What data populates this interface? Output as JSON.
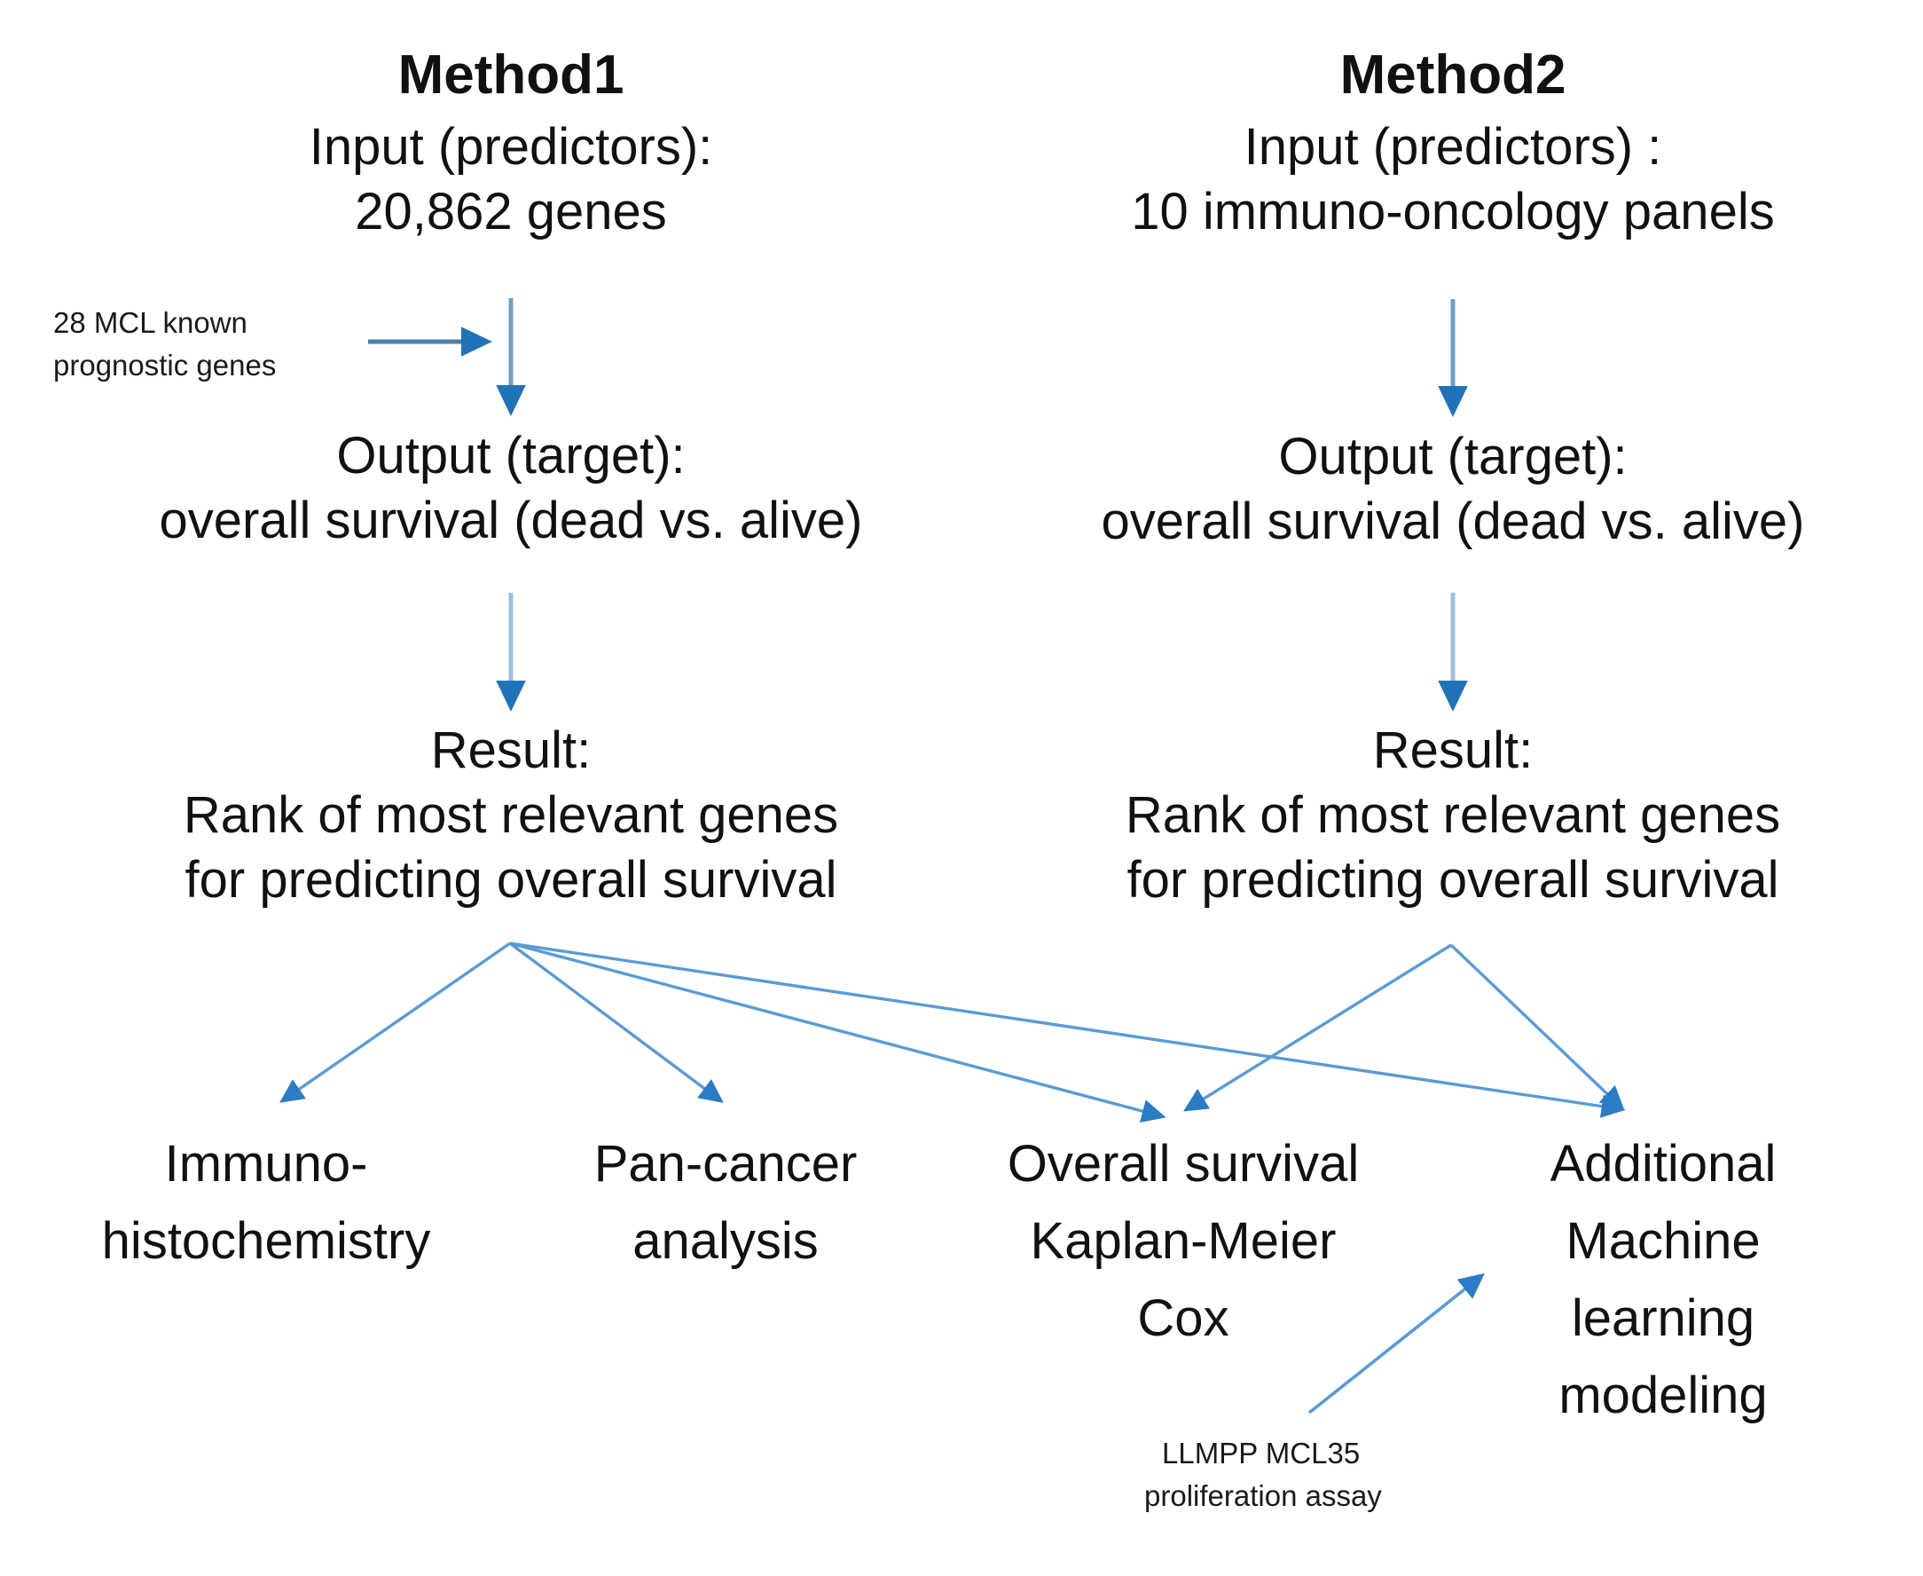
{
  "figure": {
    "type": "flowchart",
    "background_color": "#ffffff",
    "text_color": "#111111",
    "arrow_color": "#2b7cc4",
    "arrow_line_color": "#5a9bd4"
  },
  "columns": [
    {
      "id": "method1",
      "title": "Method1",
      "input_label": "Input (predictors):",
      "input_value": "20,862 genes",
      "output_label": "Output (target):",
      "output_value": "overall survival (dead vs. alive)",
      "result_label": "Result:",
      "result_value_line1": "Rank of most relevant genes",
      "result_value_line2": "for predicting overall survival"
    },
    {
      "id": "method2",
      "title": "Method2",
      "input_label": "Input (predictors) :",
      "input_value": "10 immuno-oncology panels",
      "output_label": "Output (target):",
      "output_value": "overall survival (dead vs. alive)",
      "result_label": "Result:",
      "result_value_line1": "Rank of most relevant genes",
      "result_value_line2": "for predicting overall survival"
    }
  ],
  "side_notes": [
    {
      "id": "mcl-known-genes",
      "line1": "28 MCL known",
      "line2": "prognostic genes"
    },
    {
      "id": "llmpp-assay",
      "line1": "LLMPP MCL35",
      "line2": "proliferation assay"
    }
  ],
  "outcomes": [
    {
      "id": "immunohistochemistry",
      "line1": "Immuno-",
      "line2": "histochemistry",
      "line3": "",
      "line4": "",
      "line5": ""
    },
    {
      "id": "pan-cancer-analysis",
      "line1": "Pan-cancer",
      "line2": "analysis",
      "line3": "",
      "line4": "",
      "line5": ""
    },
    {
      "id": "overall-survival-km-cox",
      "line1": "Overall survival",
      "line2": "Kaplan-Meier",
      "line3": "Cox",
      "line4": "",
      "line5": ""
    },
    {
      "id": "additional-ml-modeling",
      "line1": "Additional",
      "line2": "Machine",
      "line3": "learning",
      "line4": "modeling",
      "line5": ""
    }
  ],
  "edges": [
    {
      "id": "mcl-note-to-method1-input",
      "from": "28 MCL known prognostic genes",
      "to": "Method1 input flow",
      "style": "horizontal"
    },
    {
      "id": "method1-input-to-output",
      "from": "Input (predictors): 20,862 genes",
      "to": "Output (target)",
      "style": "vertical"
    },
    {
      "id": "method1-output-to-result",
      "from": "Output (target)",
      "to": "Result",
      "style": "vertical"
    },
    {
      "id": "method2-input-to-output",
      "from": "Input (predictors) : 10 immuno-oncology panels",
      "to": "Output (target)",
      "style": "vertical"
    },
    {
      "id": "method2-output-to-result",
      "from": "Output (target)",
      "to": "Result",
      "style": "vertical"
    },
    {
      "id": "method1-result-to-ihc",
      "from": "Method1 Result",
      "to": "Immuno-histochemistry",
      "style": "diagonal"
    },
    {
      "id": "method1-result-to-pancancer",
      "from": "Method1 Result",
      "to": "Pan-cancer analysis",
      "style": "diagonal"
    },
    {
      "id": "method1-result-to-os",
      "from": "Method1 Result",
      "to": "Overall survival Kaplan-Meier Cox",
      "style": "diagonal"
    },
    {
      "id": "method1-result-to-ml",
      "from": "Method1 Result",
      "to": "Additional Machine learning modeling",
      "style": "diagonal"
    },
    {
      "id": "method2-result-to-os",
      "from": "Method2 Result",
      "to": "Overall survival Kaplan-Meier Cox",
      "style": "diagonal"
    },
    {
      "id": "method2-result-to-ml",
      "from": "Method2 Result",
      "to": "Additional Machine learning modeling",
      "style": "diagonal"
    },
    {
      "id": "llmpp-note-to-ml",
      "from": "LLMPP MCL35 proliferation assay",
      "to": "Additional Machine learning modeling",
      "style": "diagonal"
    }
  ]
}
